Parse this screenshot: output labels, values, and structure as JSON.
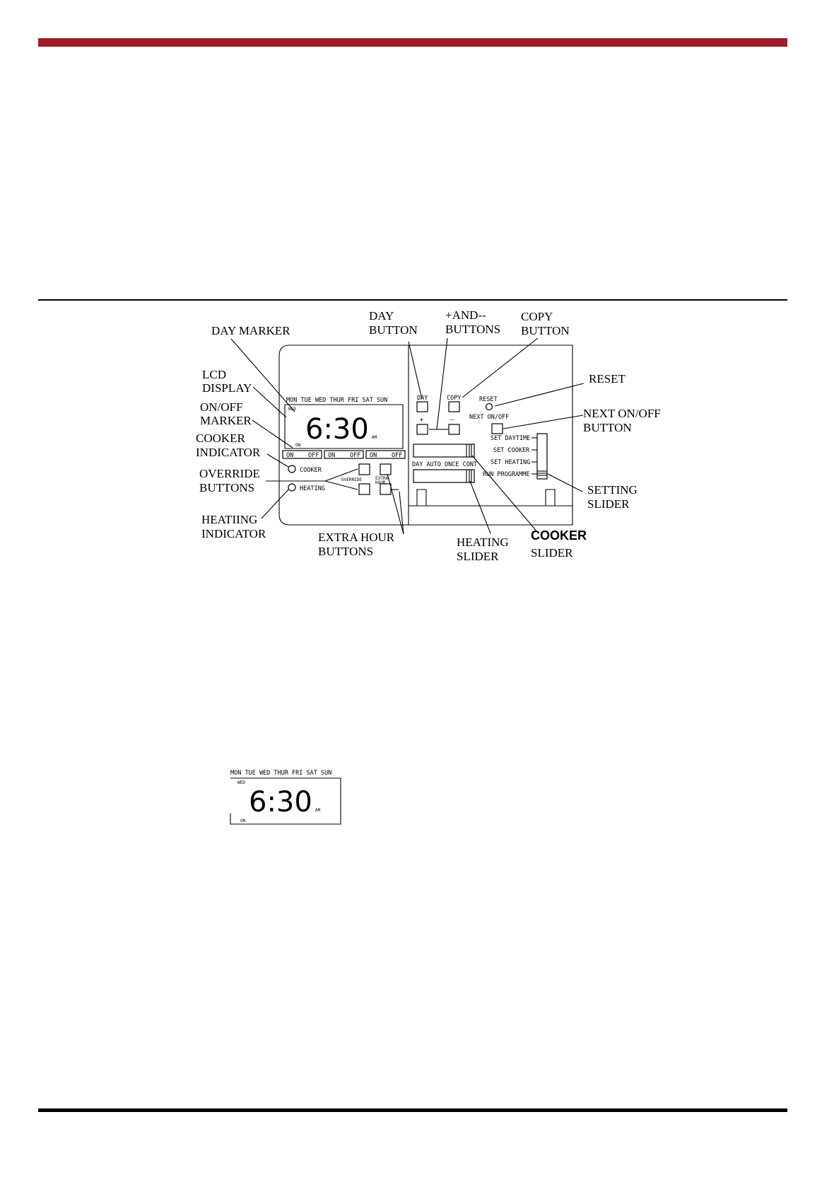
{
  "colors": {
    "accent_rule": "#9e1c25",
    "ink": "#000000"
  },
  "diagram": {
    "callouts": {
      "day_marker": "DAY MARKER",
      "lcd_display_1": "LCD",
      "lcd_display_2": "DISPLAY",
      "on_off_marker_1": "ON/OFF",
      "on_off_marker_2": "MARKER",
      "cooker_indicator_1": "COOKER",
      "cooker_indicator_2": "INDICATOR",
      "override_buttons_1": "OVERRIDE",
      "override_buttons_2": "BUTTONS",
      "heating_indicator_1": "HEATIING",
      "heating_indicator_2": "INDICATOR",
      "extra_hour_buttons_1": "EXTRA HOUR",
      "extra_hour_buttons_2": "BUTTONS",
      "day_button_1": "DAY",
      "day_button_2": "BUTTON",
      "plus_minus_1": "+AND--",
      "plus_minus_2": "BUTTONS",
      "copy_button_1": "COPY",
      "copy_button_2": "BUTTON",
      "reset": "RESET",
      "next_onoff_1": "NEXT ON/OFF",
      "next_onoff_2": "BUTTON",
      "setting_slider_1": "SETTING",
      "setting_slider_2": "SLIDER",
      "heating_slider_1": "HEATING",
      "heating_slider_2": "SLIDER",
      "cooker_slider_1": "COOKER",
      "cooker_slider_2": "SLIDER"
    },
    "panel": {
      "days": "MON TUE WED THUR FRI SAT SUN",
      "day_marker": "WED",
      "time": "6:30",
      "am": "AM",
      "on_marker": "ON",
      "on_off_slots": [
        "ON",
        "OFF",
        "ON",
        "OFF",
        "ON",
        "OFF"
      ],
      "cooker": "COOKER",
      "heating": "HEATING",
      "override": "OVERRIDE",
      "extra_1": "EXTRA",
      "extra_2": "HOUR",
      "day_btn": "DAY",
      "copy_btn": "COPY",
      "plus": "+",
      "minus": "—",
      "reset": "RESET",
      "next_onoff": "NEXT ON/OFF",
      "mode_labels": "DAY AUTO ONCE CONT",
      "set_daytime": "SET DAYTIME",
      "set_cooker": "SET COOKER",
      "set_heating": "SET HEATING",
      "run_programme": "RUN PROGRAMME"
    }
  },
  "lcd_detail": {
    "days": "MON TUE WED THUR FRI SAT SUN",
    "day_marker": "WED",
    "time": "6:30",
    "am": "AM",
    "on_marker": "ON"
  }
}
